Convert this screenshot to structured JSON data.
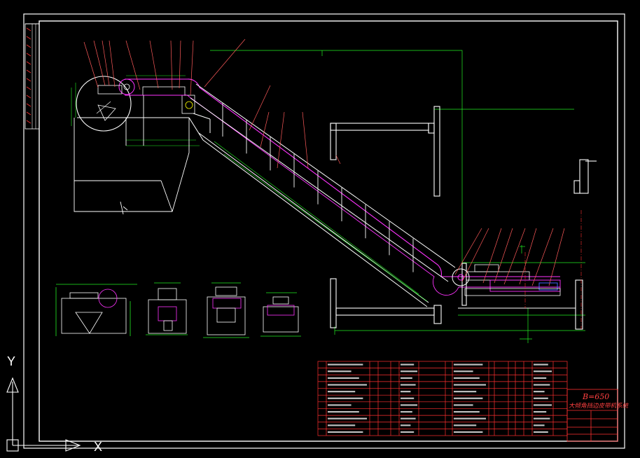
{
  "drawing": {
    "title_line1": "B=650",
    "title_line2": "大倾角挡边皮带机系统"
  },
  "ucs": {
    "x_label": "X",
    "y_label": "Y"
  },
  "colors": {
    "background": "#000000",
    "frame": "#ffffff",
    "structure": "#e8e8e8",
    "dimension": "#22ee22",
    "leader": "#ff5a5a",
    "belt": "#ff33ff",
    "centerline": "#ff3030",
    "table_grid": "#ff3030",
    "table_text": "#ffffff"
  }
}
